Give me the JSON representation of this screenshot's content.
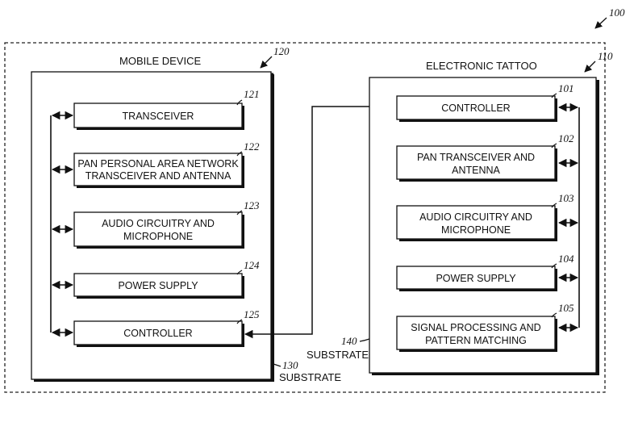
{
  "figure": {
    "ref": "100"
  },
  "mobile_device": {
    "title": "MOBILE DEVICE",
    "ref": "120",
    "substrate_ref": "130",
    "substrate_label": "SUBSTRATE",
    "blocks": [
      {
        "ref": "121",
        "lines": [
          "TRANSCEIVER"
        ]
      },
      {
        "ref": "122",
        "lines": [
          "PAN PERSONAL AREA NETWORK",
          "TRANSCEIVER AND ANTENNA"
        ]
      },
      {
        "ref": "123",
        "lines": [
          "AUDIO CIRCUITRY AND",
          "MICROPHONE"
        ]
      },
      {
        "ref": "124",
        "lines": [
          "POWER SUPPLY"
        ]
      },
      {
        "ref": "125",
        "lines": [
          "CONTROLLER"
        ]
      }
    ]
  },
  "electronic_tattoo": {
    "title": "ELECTRONIC TATTOO",
    "ref": "110",
    "substrate_ref": "140",
    "substrate_label": "SUBSTRATE",
    "blocks": [
      {
        "ref": "101",
        "lines": [
          "CONTROLLER"
        ]
      },
      {
        "ref": "102",
        "lines": [
          "PAN TRANSCEIVER AND",
          "ANTENNA"
        ]
      },
      {
        "ref": "103",
        "lines": [
          "AUDIO CIRCUITRY AND",
          "MICROPHONE"
        ]
      },
      {
        "ref": "104",
        "lines": [
          "POWER SUPPLY"
        ]
      },
      {
        "ref": "105",
        "lines": [
          "SIGNAL PROCESSING AND",
          "PATTERN MATCHING"
        ]
      }
    ]
  }
}
